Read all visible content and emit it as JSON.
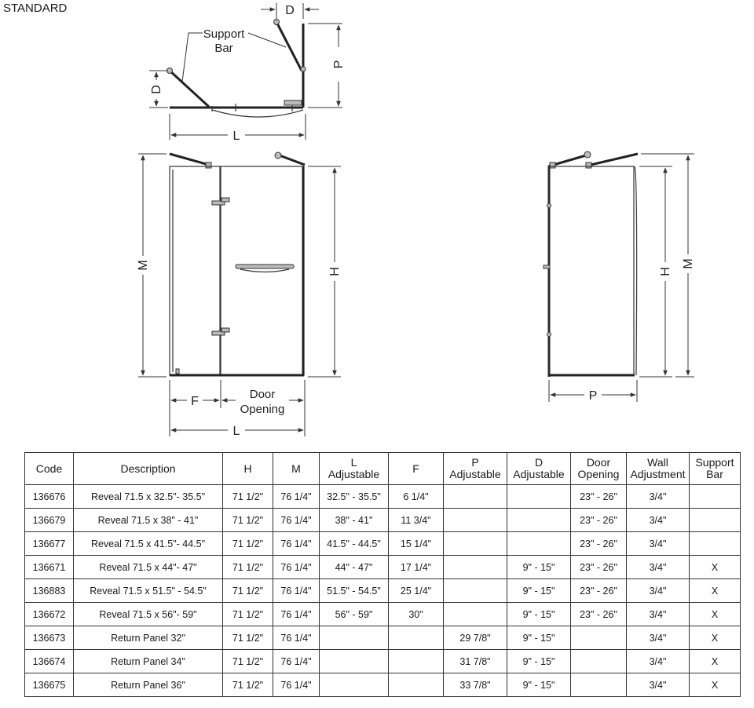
{
  "page": {
    "title": "STANDARD"
  },
  "diagram": {
    "labels": {
      "support_bar_1": "Support",
      "support_bar_2": "Bar",
      "d": "D",
      "p": "P",
      "l": "L",
      "m": "M",
      "h": "H",
      "f": "F",
      "door_opening_1": "Door",
      "door_opening_2": "Opening"
    }
  },
  "table": {
    "headers": [
      [
        "Code"
      ],
      [
        "Description"
      ],
      [
        "H"
      ],
      [
        "M"
      ],
      [
        "L",
        "Adjustable"
      ],
      [
        "F"
      ],
      [
        "P",
        "Adjustable"
      ],
      [
        "D",
        "Adjustable"
      ],
      [
        "Door",
        "Opening"
      ],
      [
        "Wall",
        "Adjustment"
      ],
      [
        "Support",
        "Bar"
      ]
    ],
    "rows": [
      [
        "136676",
        "Reveal 71.5 x 32.5\"- 35.5\"",
        "71 1/2\"",
        "76 1/4\"",
        "32.5\" - 35.5\"",
        "6 1/4\"",
        "",
        "",
        "23\" - 26\"",
        "3/4\"",
        ""
      ],
      [
        "136679",
        "Reveal 71.5 x 38\" - 41\"",
        "71 1/2\"",
        "76 1/4\"",
        "38\" - 41\"",
        "11 3/4\"",
        "",
        "",
        "23\" - 26\"",
        "3/4\"",
        ""
      ],
      [
        "136677",
        "Reveal 71.5 x 41.5\"- 44.5\"",
        "71 1/2\"",
        "76 1/4\"",
        "41.5\" - 44.5\"",
        "15 1/4\"",
        "",
        "",
        "23\" - 26\"",
        "3/4\"",
        ""
      ],
      [
        "136671",
        "Reveal 71.5 x 44\"- 47\"",
        "71 1/2\"",
        "76 1/4\"",
        "44\" - 47\"",
        "17 1/4\"",
        "",
        "9\" - 15\"",
        "23\" - 26\"",
        "3/4\"",
        "X"
      ],
      [
        "136883",
        "Reveal 71.5 x 51.5\" - 54.5\"",
        "71 1/2\"",
        "76 1/4\"",
        "51.5\" - 54.5\"",
        "25 1/4\"",
        "",
        "9\" - 15\"",
        "23\" - 26\"",
        "3/4\"",
        "X"
      ],
      [
        "136672",
        "Reveal 71.5 x 56\"- 59\"",
        "71 1/2\"",
        "76 1/4\"",
        "56\" - 59\"",
        "30\"",
        "",
        "9\" - 15\"",
        "23\" - 26\"",
        "3/4\"",
        "X"
      ],
      [
        "136673",
        "Return Panel 32\"",
        "71 1/2\"",
        "76 1/4\"",
        "",
        "",
        "29 7/8\"",
        "9\" - 15\"",
        "",
        "3/4\"",
        "X"
      ],
      [
        "136674",
        "Return Panel 34\"",
        "71 1/2\"",
        "76 1/4\"",
        "",
        "",
        "31 7/8\"",
        "9\" - 15\"",
        "",
        "3/4\"",
        "X"
      ],
      [
        "136675",
        "Return Panel 36\"",
        "71 1/2\"",
        "76 1/4\"",
        "",
        "",
        "33 7/8\"",
        "9\" - 15\"",
        "",
        "3/4\"",
        "X"
      ]
    ]
  }
}
